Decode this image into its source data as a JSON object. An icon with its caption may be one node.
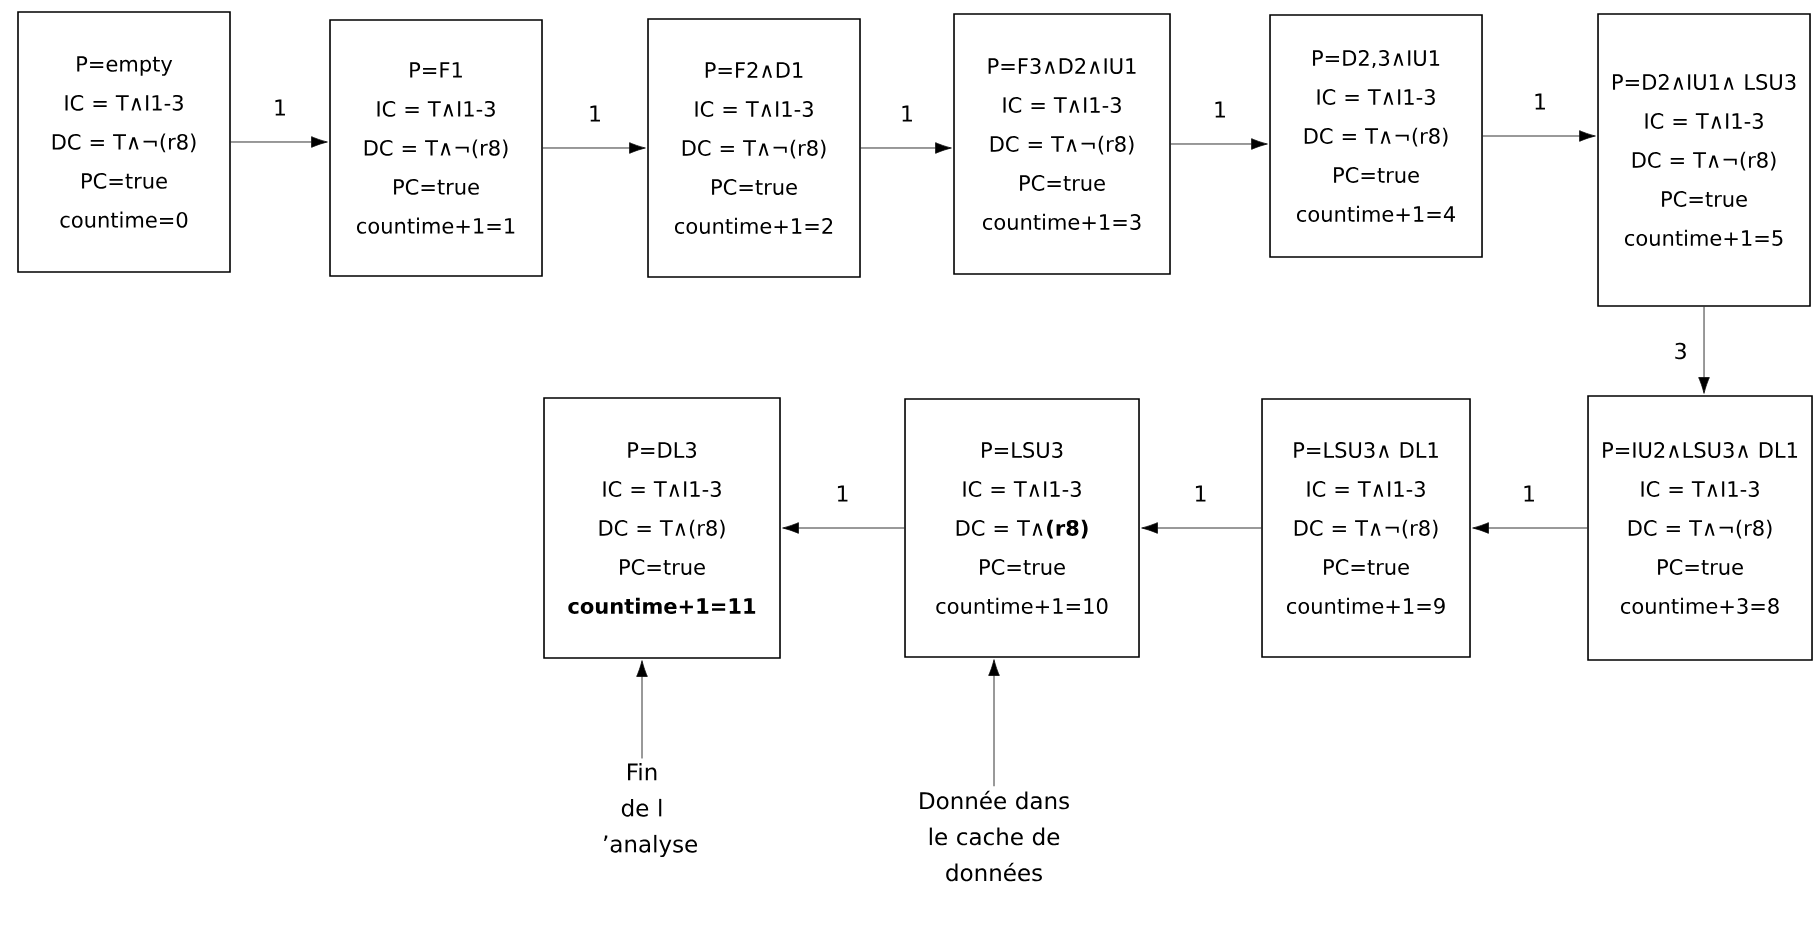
{
  "diagram": {
    "nodes": [
      {
        "text": [
          "P=empty",
          "IC = T∧I1-3",
          "DC = T∧¬(r8)",
          "PC=true",
          "countime=0"
        ]
      },
      {
        "text": [
          "P=F1",
          "IC = T∧I1-3",
          "DC = T∧¬(r8)",
          "PC=true",
          "countime+1=1"
        ]
      },
      {
        "text": [
          "P=F2∧D1",
          "IC = T∧I1-3",
          "DC = T∧¬(r8)",
          "PC=true",
          "countime+1=2"
        ]
      },
      {
        "text": [
          "P=F3∧D2∧IU1",
          "IC = T∧I1-3",
          "DC = T∧¬(r8)",
          "PC=true",
          "countime+1=3"
        ]
      },
      {
        "text": [
          "P=D2,3∧IU1",
          "IC = T∧I1-3",
          "DC = T∧¬(r8)",
          "PC=true",
          "countime+1=4"
        ]
      },
      {
        "text": [
          "P=D2∧IU1∧ LSU3",
          "IC = T∧I1-3",
          "DC = T∧¬(r8)",
          "PC=true",
          "countime+1=5"
        ]
      },
      {
        "text": [
          "P=DL3",
          "IC = T∧I1-3",
          "DC = T∧(r8)",
          "PC=true",
          "countime+1=11"
        ]
      },
      {
        "text": [
          "P=LSU3",
          "IC = T∧I1-3",
          "DC = T∧**(r8)**",
          "PC=true",
          "countime+1=10"
        ]
      },
      {
        "text": [
          "P=LSU3∧ DL1",
          "IC = T∧I1-3",
          "DC = T∧¬(r8)",
          "PC=true",
          "countime+1=9"
        ]
      },
      {
        "text": [
          "P=IU2∧LSU3∧ DL1",
          "IC = T∧I1-3",
          "DC = T∧¬(r8)",
          "PC=true",
          "countime+3=8"
        ]
      },
      {
        "text": [
          "Fin de l ’analyse"
        ]
      },
      {
        "text": [
          "Donnée dans le cache de données"
        ]
      }
    ],
    "edges": [
      {
        "from": 0,
        "to": 1,
        "arrow": "to",
        "label": "1"
      },
      {
        "from": 1,
        "to": 2,
        "arrow": "to",
        "label": "1"
      },
      {
        "from": 2,
        "to": 3,
        "arrow": "to",
        "label": "1"
      },
      {
        "from": 3,
        "to": 4,
        "arrow": "to",
        "label": "1"
      },
      {
        "from": 4,
        "to": 5,
        "arrow": "to",
        "label": "1"
      },
      {
        "from": 5,
        "to": 9,
        "arrow": "to",
        "label": "3"
      },
      {
        "from": 9,
        "to": 8,
        "arrow": "to",
        "label": "1"
      },
      {
        "from": 8,
        "to": 7,
        "arrow": "to",
        "label": "1"
      },
      {
        "from": 7,
        "to": 6,
        "arrow": "to",
        "label": "1"
      },
      {
        "from": 10,
        "to": 6,
        "arrow": "to"
      },
      {
        "from": 11,
        "to": 7,
        "arrow": "to"
      }
    ]
  }
}
